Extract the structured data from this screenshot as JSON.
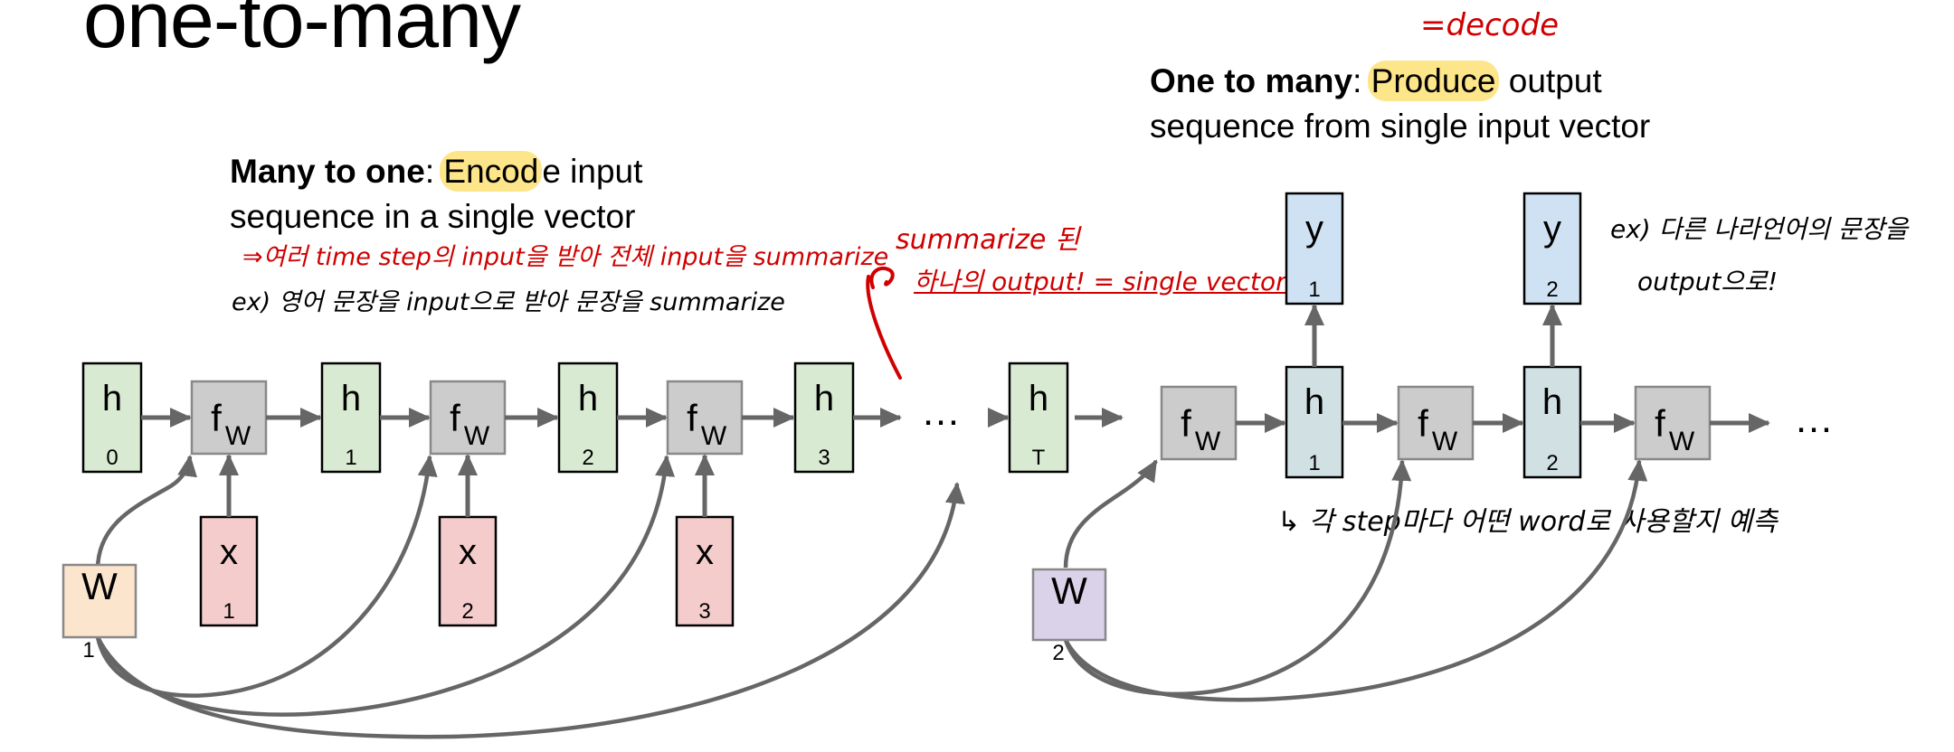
{
  "title": "one-to-many",
  "many_to_one": {
    "bold": "Many to one",
    "colon": ":",
    "highlight": "Encod",
    "rest_line1": "e input",
    "line2": "sequence in a single vector"
  },
  "one_to_many": {
    "bold": "One to many",
    "colon": ":",
    "highlight": "Produce",
    "rest_line1": " output",
    "line2": "sequence from single input vector"
  },
  "annotations": {
    "decode": "=decode",
    "encoder_note_red": "⇒여러 time step의 input을 받아 전체 input을 summarize",
    "encoder_example": "ex) 영어 문장을 input으로 받아 문장을 summarize",
    "summarized_line1": "summarize 된",
    "summarized_line2": "하나의 output! = single vector",
    "decoder_example_line1": "ex) 다른 나라언어의 문장을",
    "decoder_example_line2": "output으로!",
    "step_note": "↳ 각 step마다 어떤 word로 사용할지 예측"
  },
  "colors": {
    "hidden_encoder": "#d9ead3",
    "hidden_decoder": "#d0e0e3",
    "function": "#cccccc",
    "input": "#f4cccc",
    "output": "#cfe2f3",
    "weight_encoder": "#fce5cd",
    "weight_decoder": "#d9d2e9",
    "highlight": "#fde58a",
    "arrow": "#666666",
    "annotation_red": "#d00000"
  },
  "encoder": {
    "hidden": [
      {
        "sym": "h",
        "sub": "0"
      },
      {
        "sym": "h",
        "sub": "1"
      },
      {
        "sym": "h",
        "sub": "2"
      },
      {
        "sym": "h",
        "sub": "3"
      },
      {
        "sym": "h",
        "sub": "T"
      }
    ],
    "functions": [
      {
        "sym": "f",
        "sub": "W"
      },
      {
        "sym": "f",
        "sub": "W"
      },
      {
        "sym": "f",
        "sub": "W"
      }
    ],
    "inputs": [
      {
        "sym": "x",
        "sub": "1"
      },
      {
        "sym": "x",
        "sub": "2"
      },
      {
        "sym": "x",
        "sub": "3"
      }
    ],
    "weight": {
      "sym": "W",
      "sub": "1"
    },
    "ellipsis": "…"
  },
  "decoder": {
    "functions": [
      {
        "sym": "f",
        "sub": "W"
      },
      {
        "sym": "f",
        "sub": "W"
      },
      {
        "sym": "f",
        "sub": "W"
      }
    ],
    "hidden": [
      {
        "sym": "h",
        "sub": "1"
      },
      {
        "sym": "h",
        "sub": "2"
      }
    ],
    "outputs": [
      {
        "sym": "y",
        "sub": "1"
      },
      {
        "sym": "y",
        "sub": "2"
      }
    ],
    "weight": {
      "sym": "W",
      "sub": "2"
    },
    "ellipsis": "…"
  }
}
